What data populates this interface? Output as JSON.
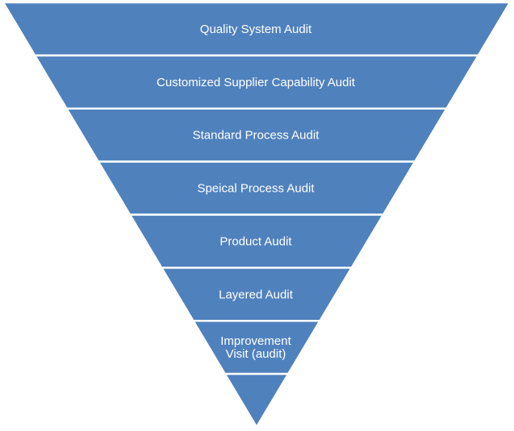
{
  "diagram": {
    "type": "inverted-pyramid",
    "fill_color": "#4f81bd",
    "divider_color": "#ffffff",
    "text_color": "#ffffff",
    "levels": [
      {
        "lines": [
          "Quality  System Audit"
        ]
      },
      {
        "lines": [
          "Customized  Supplier Capability Audit"
        ]
      },
      {
        "lines": [
          "Standard Process Audit"
        ]
      },
      {
        "lines": [
          "Speical Process Audit"
        ]
      },
      {
        "lines": [
          "Product Audit"
        ]
      },
      {
        "lines": [
          "Layered Audit"
        ]
      },
      {
        "lines": [
          "Improvement",
          "Visit (audit)"
        ]
      },
      {
        "lines": []
      }
    ]
  }
}
